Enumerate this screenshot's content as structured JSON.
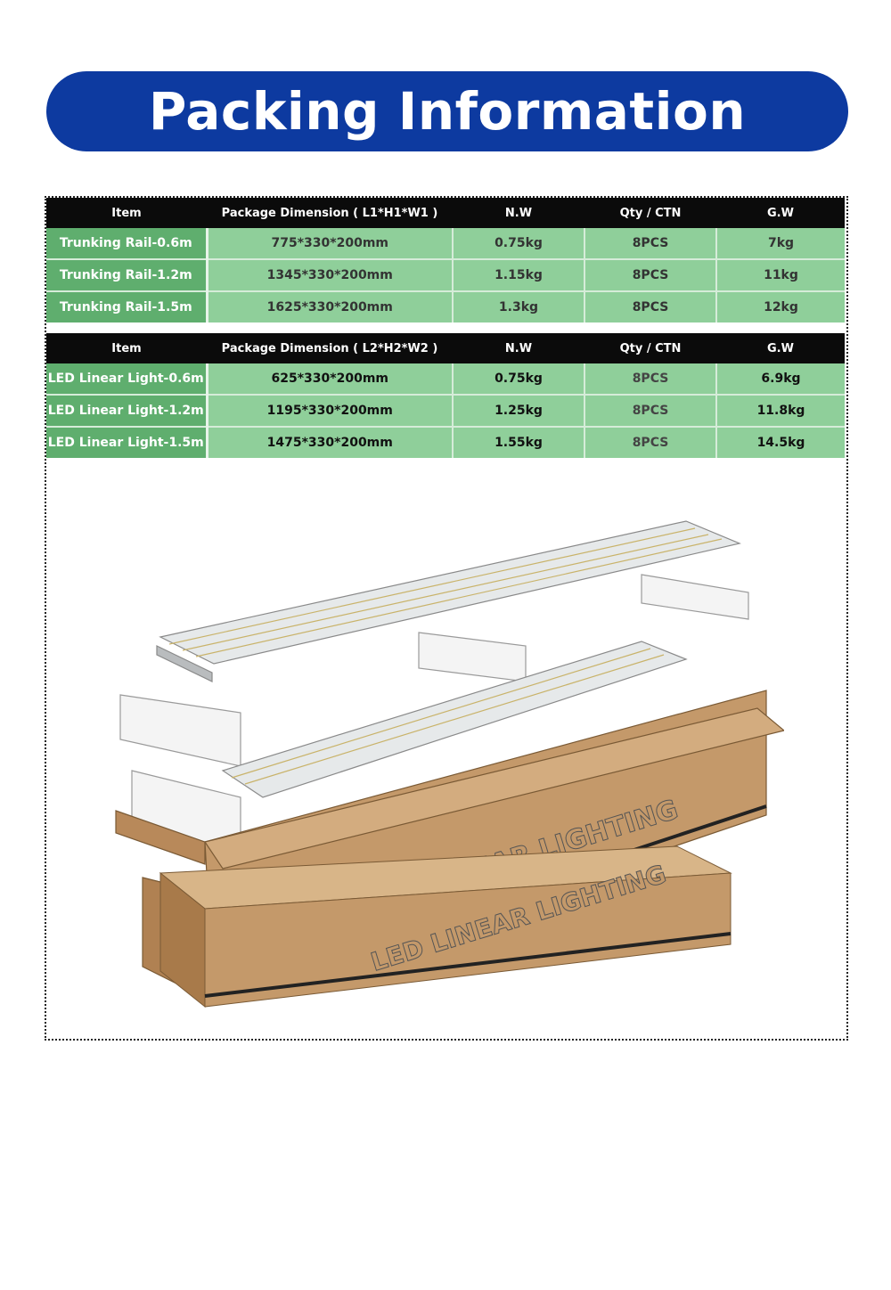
{
  "header": {
    "title": "Packing Information"
  },
  "table_rail": {
    "columns": [
      "Item",
      "Package Dimension ( L1*H1*W1 )",
      "N.W",
      "Qty / CTN",
      "G.W"
    ],
    "rows": [
      [
        "Trunking Rail-0.6m",
        "775*330*200mm",
        "0.75kg",
        "8PCS",
        "7kg"
      ],
      [
        "Trunking Rail-1.2m",
        "1345*330*200mm",
        "1.15kg",
        "8PCS",
        "11kg"
      ],
      [
        "Trunking Rail-1.5m",
        "1625*330*200mm",
        "1.3kg",
        "8PCS",
        "12kg"
      ]
    ]
  },
  "table_light": {
    "columns": [
      "Item",
      "Package Dimension ( L2*H2*W2 )",
      "N.W",
      "Qty / CTN",
      "G.W"
    ],
    "rows": [
      [
        "LED Linear Light-0.6m",
        "625*330*200mm",
        "0.75kg",
        "8PCS",
        "6.9kg"
      ],
      [
        "LED Linear Light-1.2m",
        "1195*330*200mm",
        "1.25kg",
        "8PCS",
        "11.8kg"
      ],
      [
        "LED Linear Light-1.5m",
        "1475*330*200mm",
        "1.55kg",
        "8PCS",
        "14.5kg"
      ]
    ]
  },
  "illustration": {
    "box_label_upper": "LED LINEAR LIGHTING",
    "box_label_lower": "LED LINEAR LIGHTING"
  },
  "colors": {
    "banner": "#0d3aa0",
    "table_header": "#0b0b0b",
    "item_cell": "#5fae6e",
    "data_cell": "#8fcf9a",
    "cardboard": "#c09562"
  }
}
